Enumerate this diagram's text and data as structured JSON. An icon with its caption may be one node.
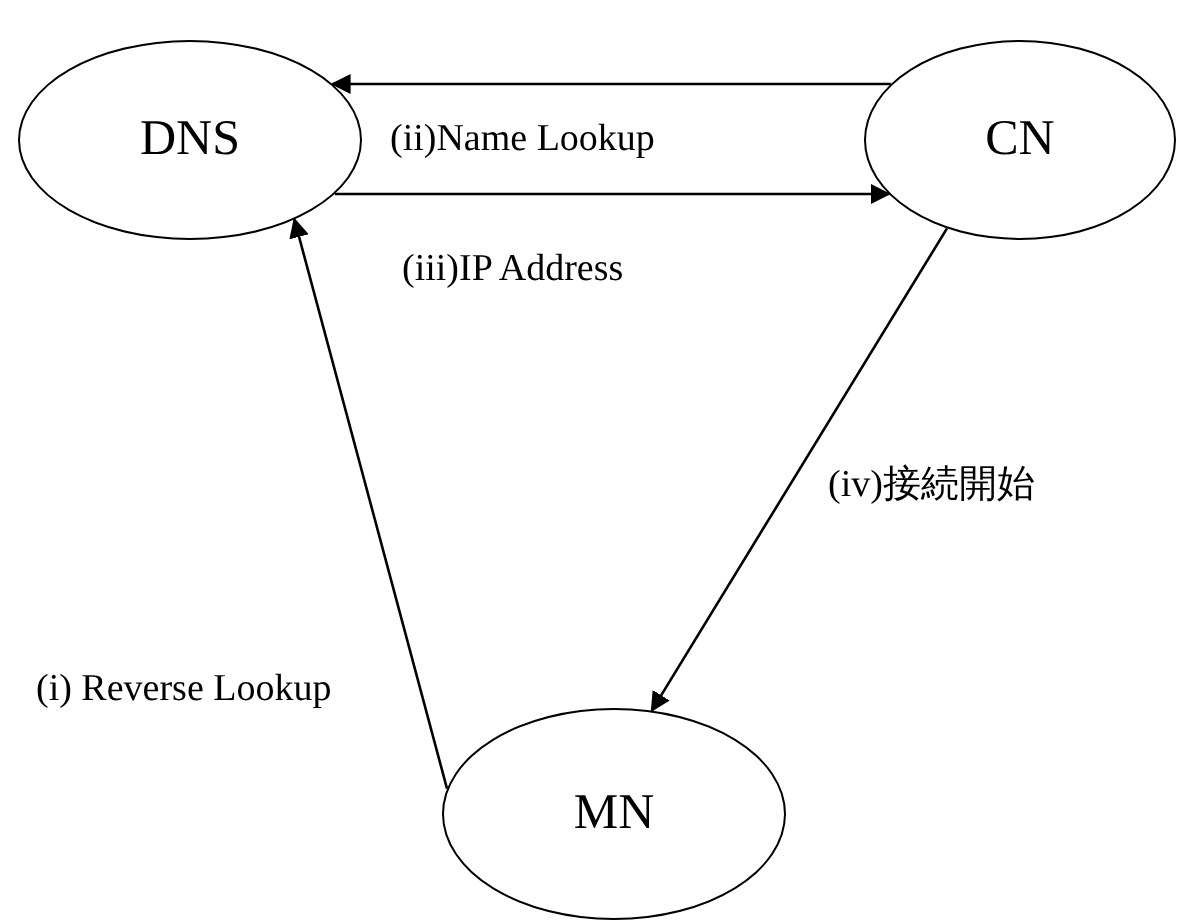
{
  "diagram": {
    "nodes": [
      {
        "text": [
          "DNS"
        ]
      },
      {
        "text": [
          "CN"
        ]
      },
      {
        "text": [
          "MN"
        ]
      }
    ],
    "edges": [
      {
        "from": 1,
        "to": 0,
        "arrow": "to",
        "label": "(ii)Name Lookup"
      },
      {
        "from": 0,
        "to": 1,
        "arrow": "to",
        "label": "(iii)IP Address"
      },
      {
        "from": 2,
        "to": 0,
        "arrow": "to",
        "label": "(i) Reverse Lookup"
      },
      {
        "from": 1,
        "to": 2,
        "arrow": "to",
        "label": "(iv)接続開始"
      }
    ]
  }
}
